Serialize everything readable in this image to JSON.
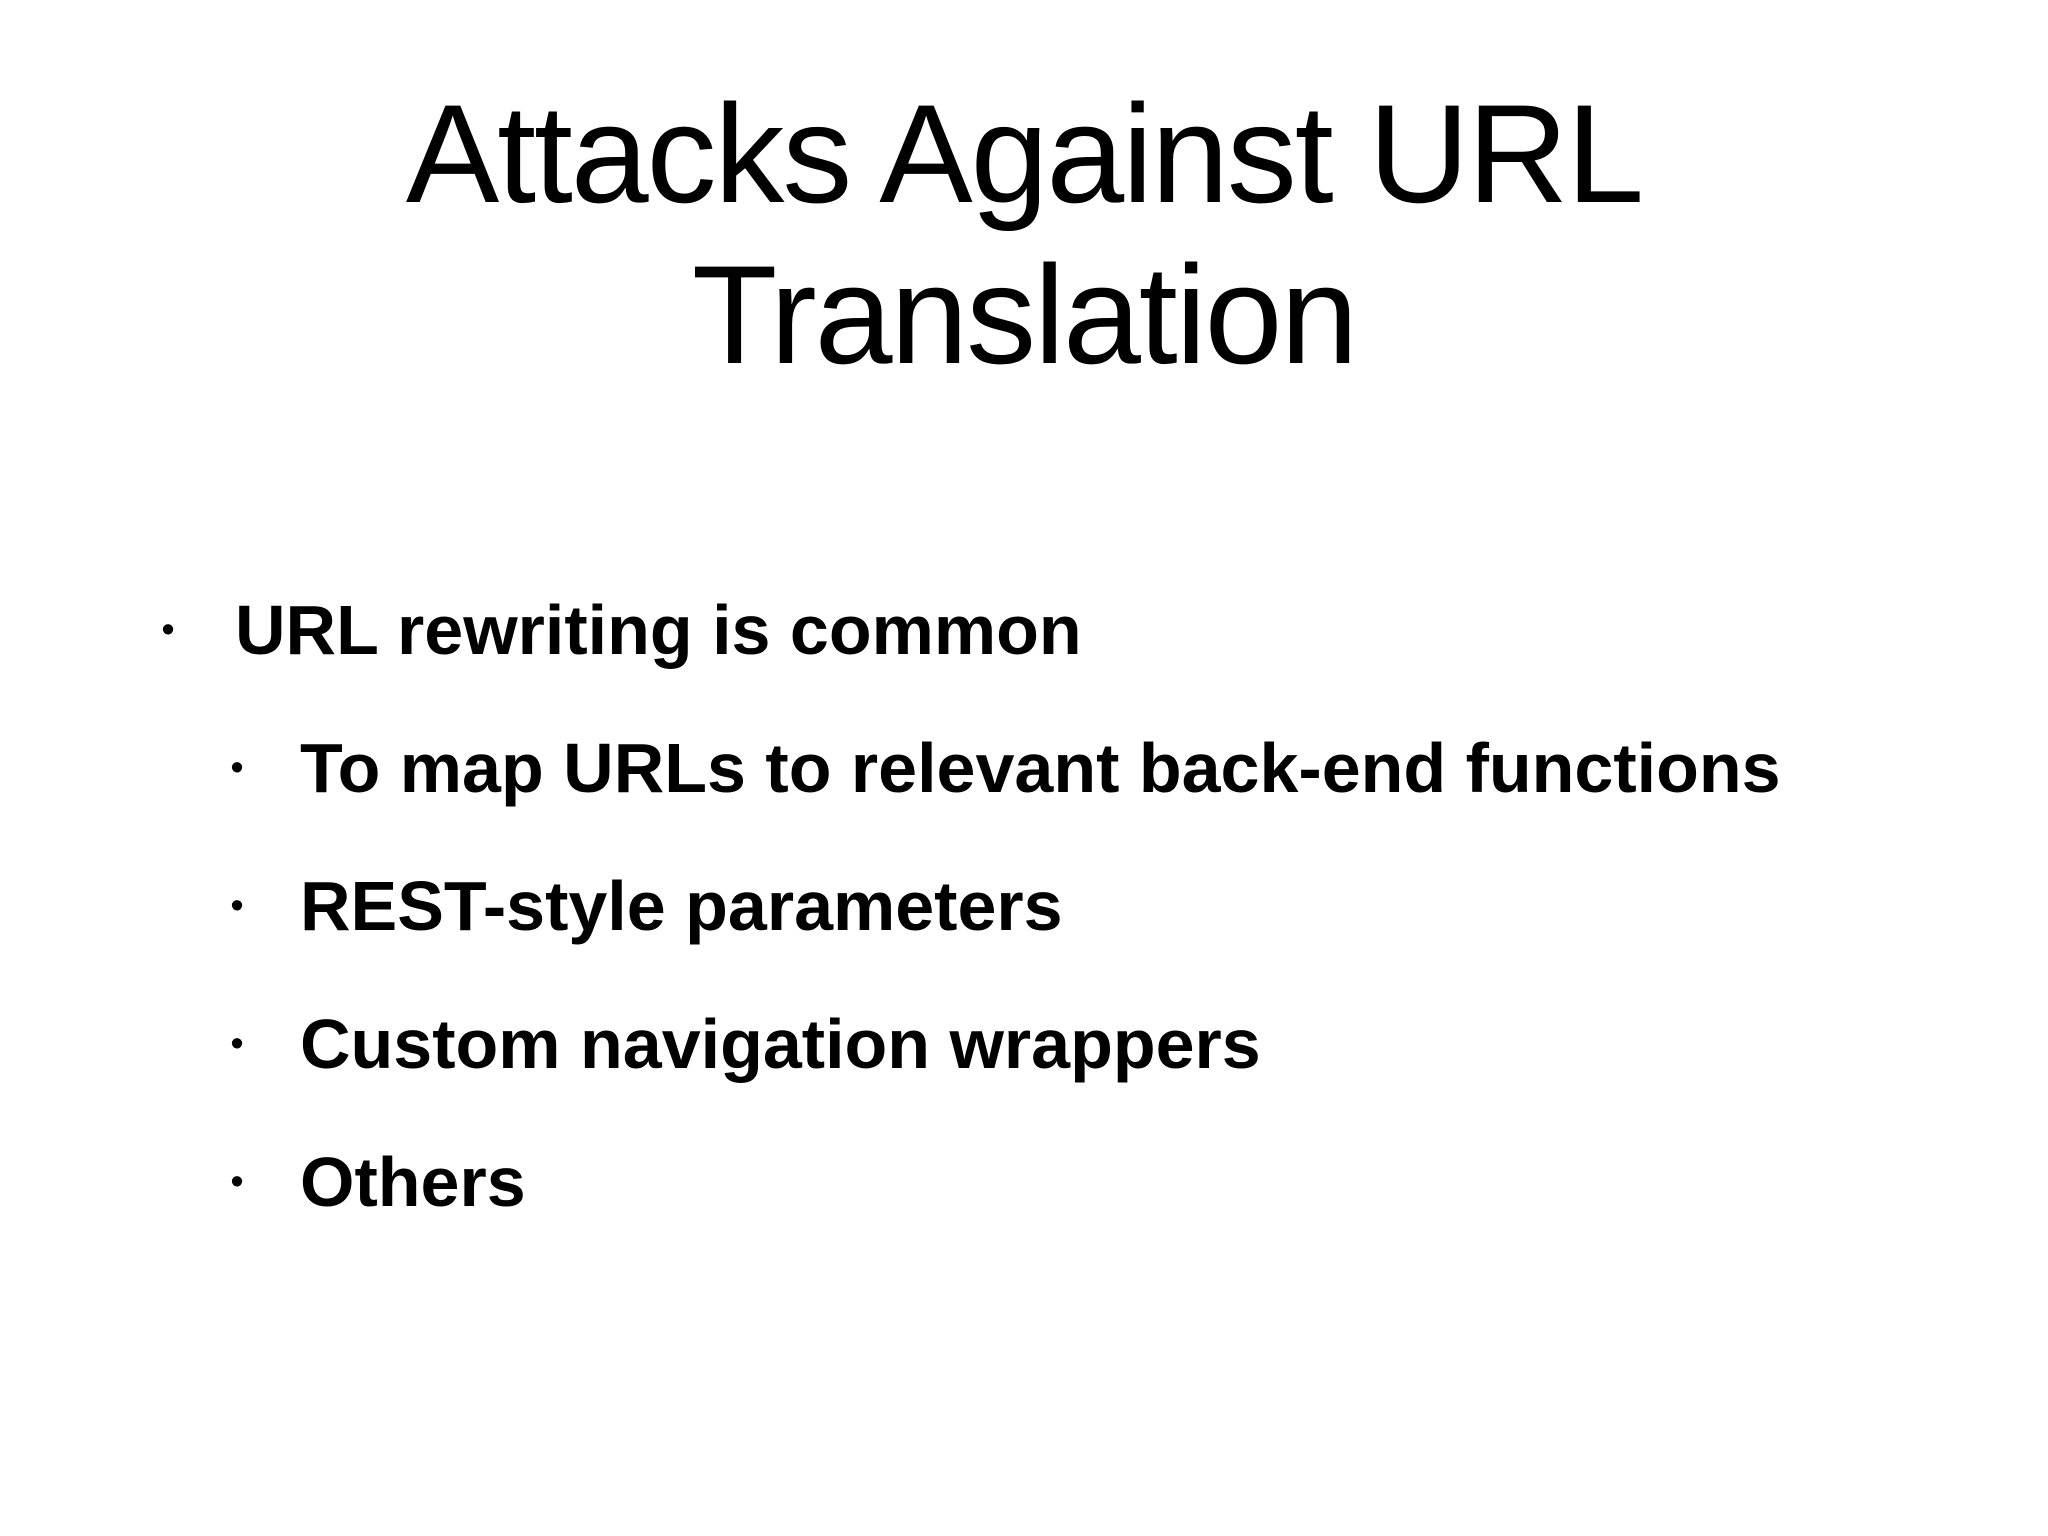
{
  "slide": {
    "title_lines": [
      "Attacks Against URL",
      "Translation"
    ],
    "bullet_char": "•",
    "bullets": [
      {
        "level": 1,
        "text": "URL rewriting is common"
      },
      {
        "level": 2,
        "text": "To map URLs to relevant back-end functions"
      },
      {
        "level": 2,
        "text": "REST-style parameters"
      },
      {
        "level": 2,
        "text": "Custom navigation wrappers"
      },
      {
        "level": 2,
        "text": "Others"
      }
    ],
    "colors": {
      "background": "#ffffff",
      "text": "#000000"
    }
  }
}
